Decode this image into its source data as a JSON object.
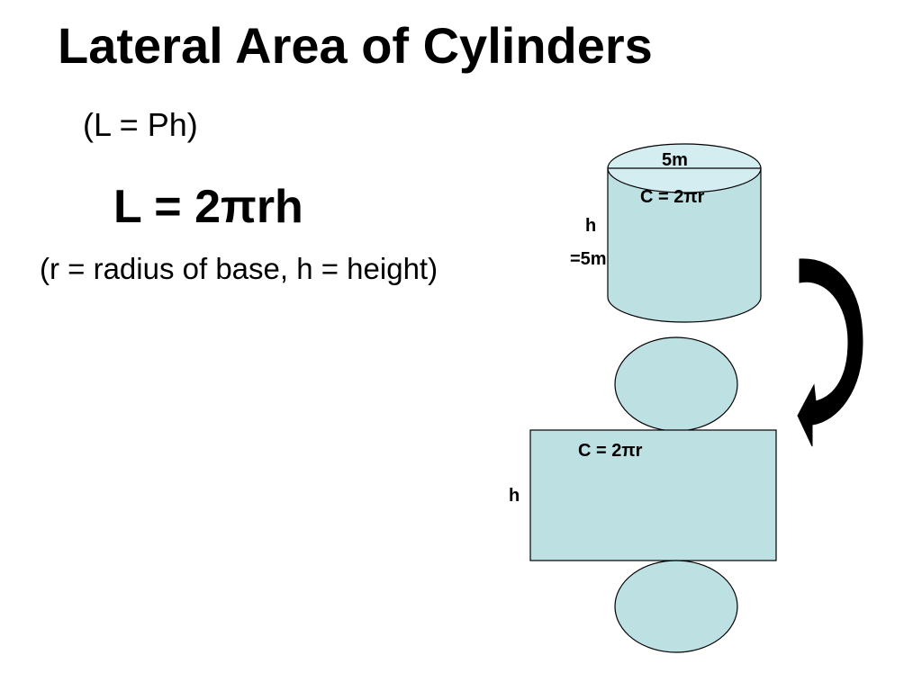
{
  "slide": {
    "title": "Lateral Area of Cylinders",
    "formula_general": "(L = Ph)",
    "formula_main": "L = 2πrh",
    "formula_legend": "(r = radius of base, h = height)"
  },
  "diagram": {
    "cylinder": {
      "diameter_label": "5m",
      "circumference_label": "C = 2πr",
      "height_label_h": "h",
      "height_label_value": "=5m"
    },
    "net": {
      "rect_circumference_label": "C = 2πr",
      "rect_height_label": "h"
    },
    "colors": {
      "fill": "#bde0e3",
      "top_fill": "#d3edf0",
      "stroke": "#000000",
      "arrow": "#000000"
    }
  }
}
